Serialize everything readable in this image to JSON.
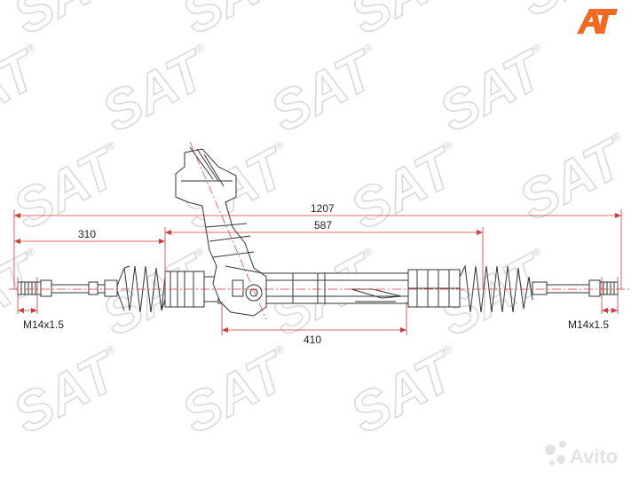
{
  "watermark": {
    "text": "SAT",
    "mark": "®"
  },
  "logo": {
    "name": "at-logo",
    "color": "#f26a21"
  },
  "avito": {
    "text": "Avito",
    "icon": "avito-dots-icon"
  },
  "dimensions": {
    "overall": "1207",
    "left_offset": "310",
    "rack": "587",
    "housing": "410",
    "thread_left": "M14x1.5",
    "thread_right": "M14x1.5"
  }
}
